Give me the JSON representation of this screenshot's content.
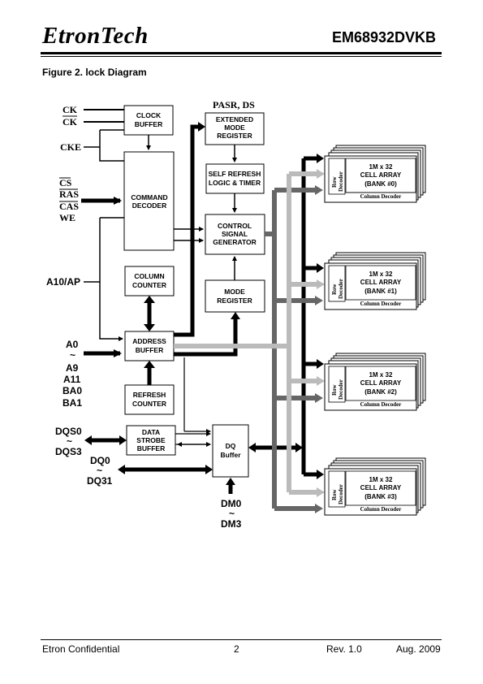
{
  "header": {
    "logo": "EtronTech",
    "part_number": "EM68932DVKB"
  },
  "figure": {
    "title": "Figure 2. lock Diagram"
  },
  "blocks": {
    "clock_buffer": [
      "CLOCK",
      "BUFFER"
    ],
    "command_decoder": [
      "COMMAND",
      "DECODER"
    ],
    "column_counter": [
      "COLUMN",
      "COUNTER"
    ],
    "address_buffer": [
      "ADDRESS",
      "BUFFER"
    ],
    "refresh_counter": [
      "REFRESH",
      "COUNTER"
    ],
    "data_strobe_buffer": [
      "DATA",
      "STROBE",
      "BUFFER"
    ],
    "extended_mode_register": [
      "EXTENDED",
      "MODE",
      "REGISTER"
    ],
    "self_refresh": [
      "SELF REFRESH",
      "LOGIC & TIMER"
    ],
    "control_signal_generator": [
      "CONTROL",
      "SIGNAL",
      "GENERATOR"
    ],
    "mode_register": [
      "MODE",
      "REGISTER"
    ],
    "dq_buffer": [
      "DQ",
      "Buffer"
    ]
  },
  "signals": {
    "pasr": "PASR, DS",
    "ck": "CK",
    "ck_bar": "CK",
    "cke": "CKE",
    "cs": "CS",
    "ras": "RAS",
    "cas": "CAS",
    "we": "WE",
    "a10ap": "A10/AP",
    "a0": "A0",
    "a_tilde": "~",
    "a9": "A9",
    "a11": "A11",
    "ba0": "BA0",
    "ba1": "BA1",
    "dqs0": "DQS0",
    "dqs_tilde": "~",
    "dqs3": "DQS3",
    "dq0": "DQ0",
    "dq_tilde": "~",
    "dq31": "DQ31",
    "dm0": "DM0",
    "dm_tilde": "~",
    "dm3": "DM3"
  },
  "banks": [
    {
      "cell": "1M x 32",
      "array": "CELL ARRAY",
      "bank": "(BANK #0)",
      "row1": "Row",
      "row2": "Decoder",
      "col": "Column Decoder"
    },
    {
      "cell": "1M x 32",
      "array": "CELL ARRAY",
      "bank": "(BANK #1)",
      "row1": "Row",
      "row2": "Decoder",
      "col": "Column Decoder"
    },
    {
      "cell": "1M x 32",
      "array": "CELL ARRAY",
      "bank": "(BANK #2)",
      "row1": "Row",
      "row2": "Decoder",
      "col": "Column Decoder"
    },
    {
      "cell": "1M x 32",
      "array": "CELL ARRAY",
      "bank": "(BANK #3)",
      "row1": "Row",
      "row2": "Decoder",
      "col": "Column Decoder"
    }
  ],
  "colors": {
    "black_bus": "#000000",
    "dark_gray_bus": "#666666",
    "light_gray_bus": "#bbbbbb"
  },
  "footer": {
    "left": "Etron Confidential",
    "page": "2",
    "rev": "Rev. 1.0",
    "date": "Aug. 2009"
  }
}
